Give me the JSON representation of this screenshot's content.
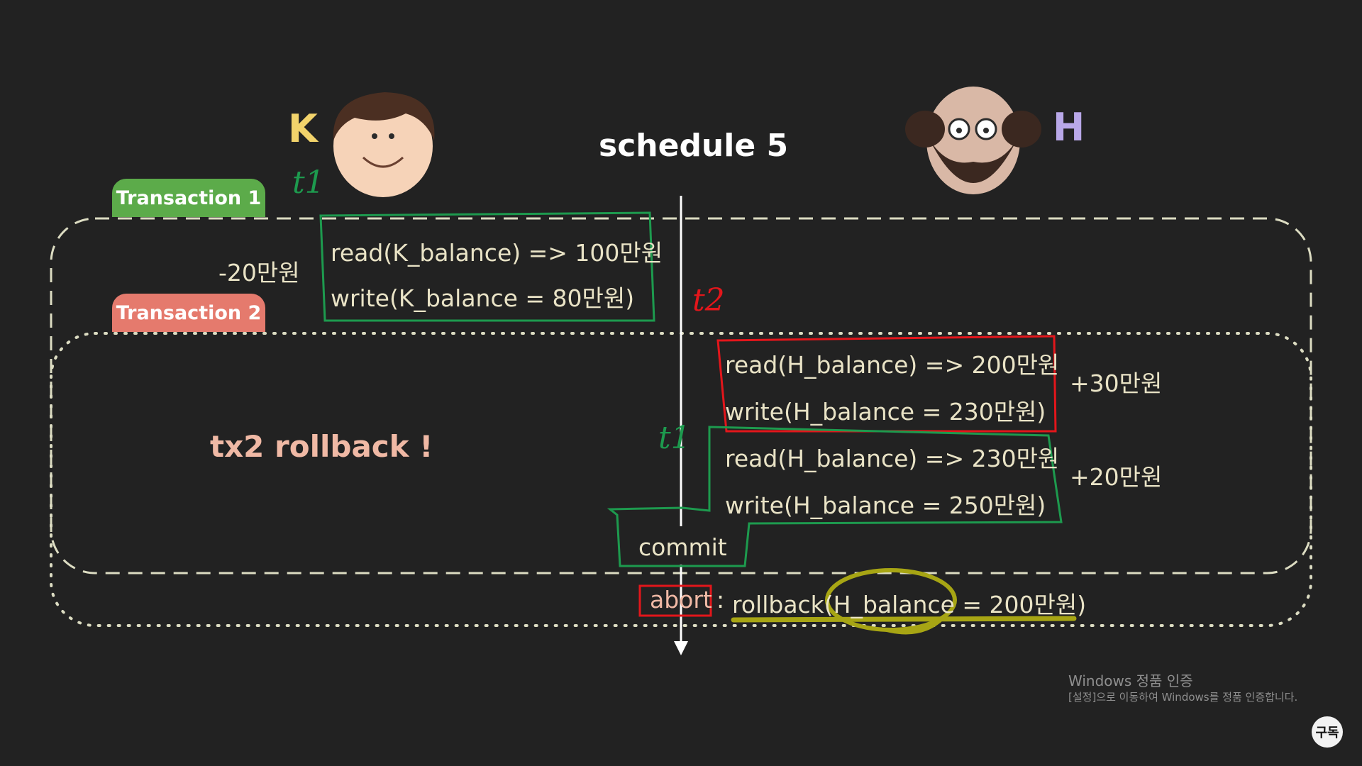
{
  "title": "schedule 5",
  "persons": {
    "k": {
      "letter": "K",
      "color": "#f2d36b"
    },
    "h": {
      "letter": "H",
      "color": "#b9a8e8"
    }
  },
  "transactions": {
    "tx1": {
      "label": "Transaction 1",
      "color": "#5cab4a"
    },
    "tx2": {
      "label": "Transaction 2",
      "color": "#e57a6d"
    }
  },
  "operations": {
    "k_read": "read(K_balance) => 100만원",
    "k_write": "write(K_balance = 80만원)",
    "h_read_tx2": "read(H_balance) => 200만원",
    "h_write_tx2": "write(H_balance = 230만원)",
    "h_read_tx1": "read(H_balance) => 230만원",
    "h_write_tx1": "write(H_balance = 250만원)"
  },
  "deltas": {
    "k": "-20만원",
    "tx2": "+30만원",
    "tx1": "+20만원"
  },
  "rollback_message": "tx2 rollback !",
  "commit_label": "commit",
  "abort_label": "abort",
  "abort_separator": ":",
  "rollback_statement": "rollback(H_balance = 200만원)",
  "handwritten": {
    "t1_top": "t1",
    "t2": "t2",
    "t1_mid": "t1"
  },
  "annotation_colors": {
    "green": "#1d9a4e",
    "red": "#e3161b",
    "yellow": "#a7a514"
  },
  "watermark": {
    "line1": "Windows 정품 인증",
    "line2": "[설정]으로 이동하여 Windows를 정품 인증합니다."
  },
  "subscribe_button": "구독"
}
